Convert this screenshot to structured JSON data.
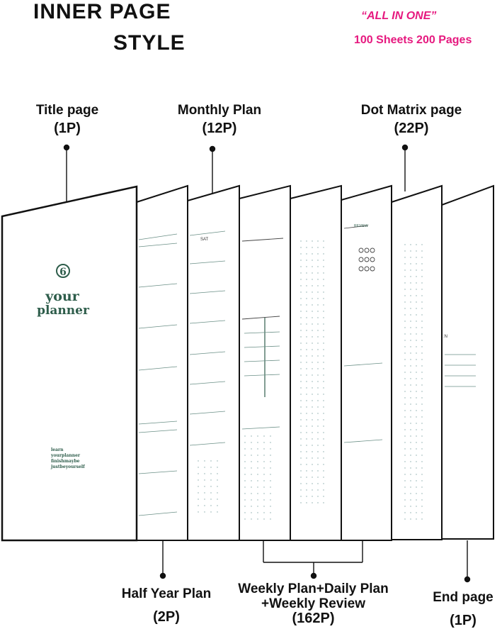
{
  "header": {
    "title_line1": "INNER  PAGE",
    "title_line2": "STYLE",
    "tagline": "“ALL IN ONE”",
    "sheets": "100 Sheets  200 Pages"
  },
  "labels": {
    "title_page": {
      "name": "Title page",
      "count": "(1P)"
    },
    "monthly_plan": {
      "name": "Monthly Plan",
      "count": "(12P)"
    },
    "dot_matrix": {
      "name": "Dot Matrix page",
      "count": "(22P)"
    },
    "half_year": {
      "name": "Half Year Plan",
      "count": "(2P)"
    },
    "weekly": {
      "line1": "Weekly Plan+Daily Plan",
      "line2": "+Weekly Review",
      "count": "(162P)"
    },
    "end_page": {
      "name": "End page",
      "count": "(1P)"
    }
  },
  "cover": {
    "number": "6",
    "title_line1": "your",
    "title_line2": "planner",
    "tag_lines": [
      "learn",
      "yourplanner",
      "finishmaybe",
      "justbeyourself"
    ]
  },
  "sheet_text": {
    "monthly_sat": "SAT"
  },
  "colors": {
    "accent": "#e6197f",
    "planner_green": "#2e5d4b",
    "ink": "#111111"
  }
}
